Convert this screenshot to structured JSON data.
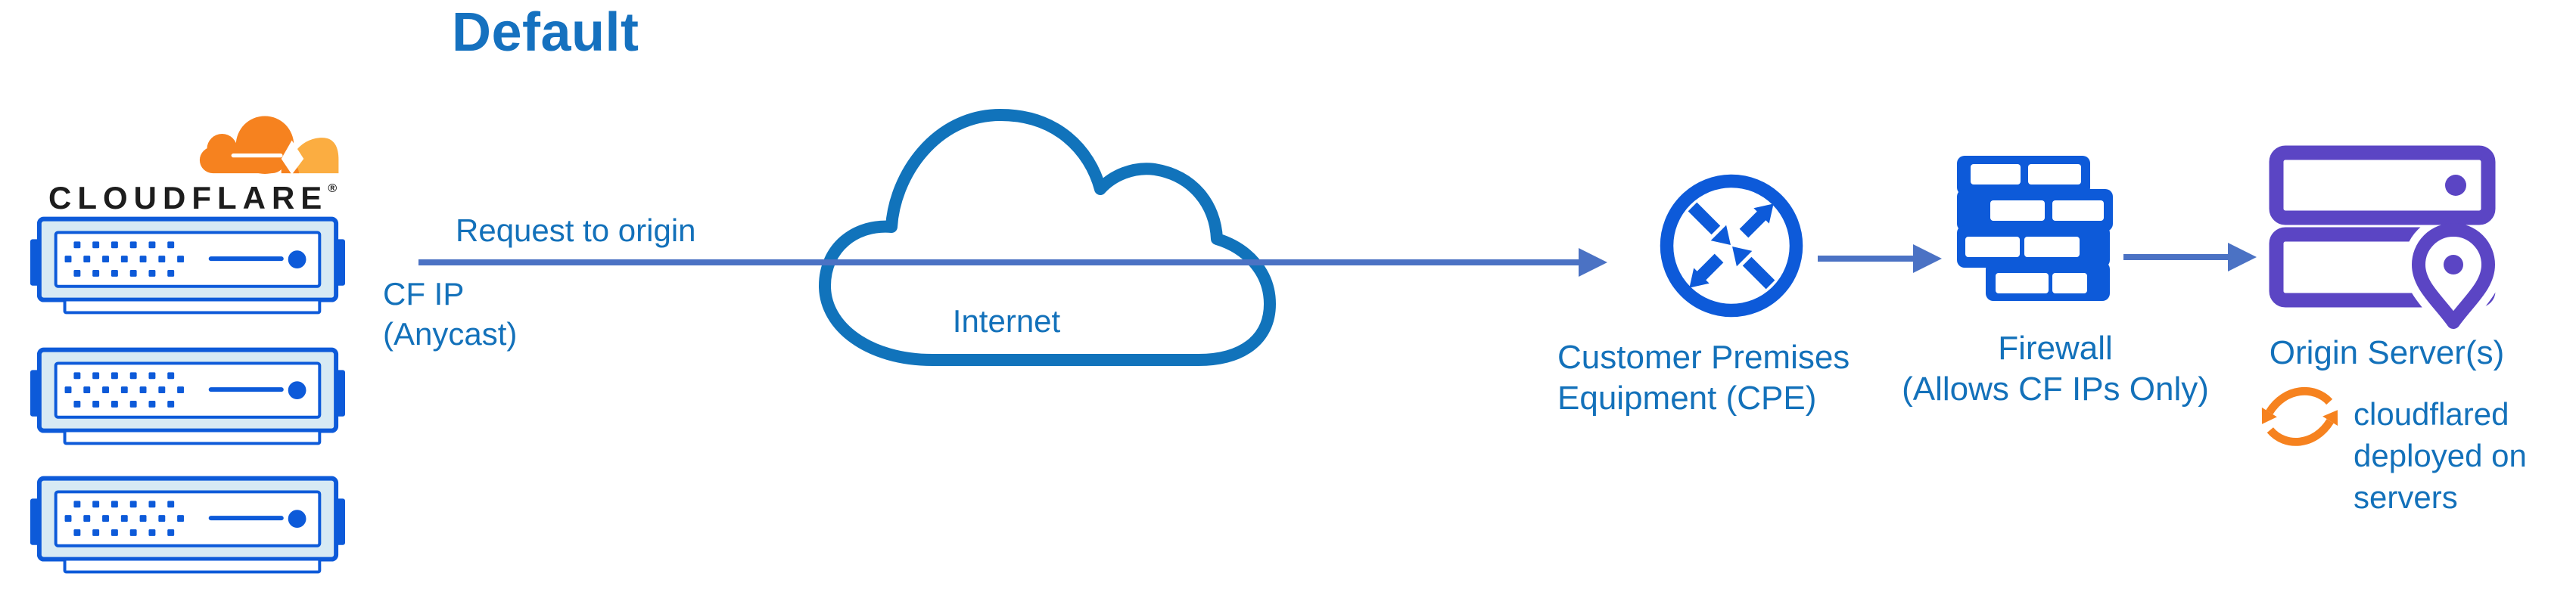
{
  "title": "Default",
  "logo": {
    "brand": "CLOUDFLARE",
    "registered": "®"
  },
  "edges": {
    "request_label": "Request to origin",
    "cf_ip_line1": "CF IP",
    "cf_ip_line2": "(Anycast)"
  },
  "nodes": {
    "internet": {
      "label": "Internet"
    },
    "cpe": {
      "label_line1": "Customer Premises",
      "label_line2": "Equipment (CPE)"
    },
    "firewall": {
      "label_line1": "Firewall",
      "label_line2": "(Allows CF IPs Only)"
    },
    "origin": {
      "label": "Origin Server(s)",
      "note_line1": "cloudflared",
      "note_line2": "deployed on",
      "note_line3": "servers"
    }
  },
  "colors": {
    "title_text": "#1571BF",
    "label_text": "#1371BA",
    "arrow_blue": "#4B72C4",
    "icon_blue": "#0D5AD9",
    "cloud_outline_blue": "#1173BB",
    "server_fill": "#D7EAF4",
    "brand_orange": "#F6821F",
    "brand_orange_light": "#FBAD41",
    "wordmark_black": "#1D1D1D",
    "origin_purple": "#5B45C4"
  }
}
